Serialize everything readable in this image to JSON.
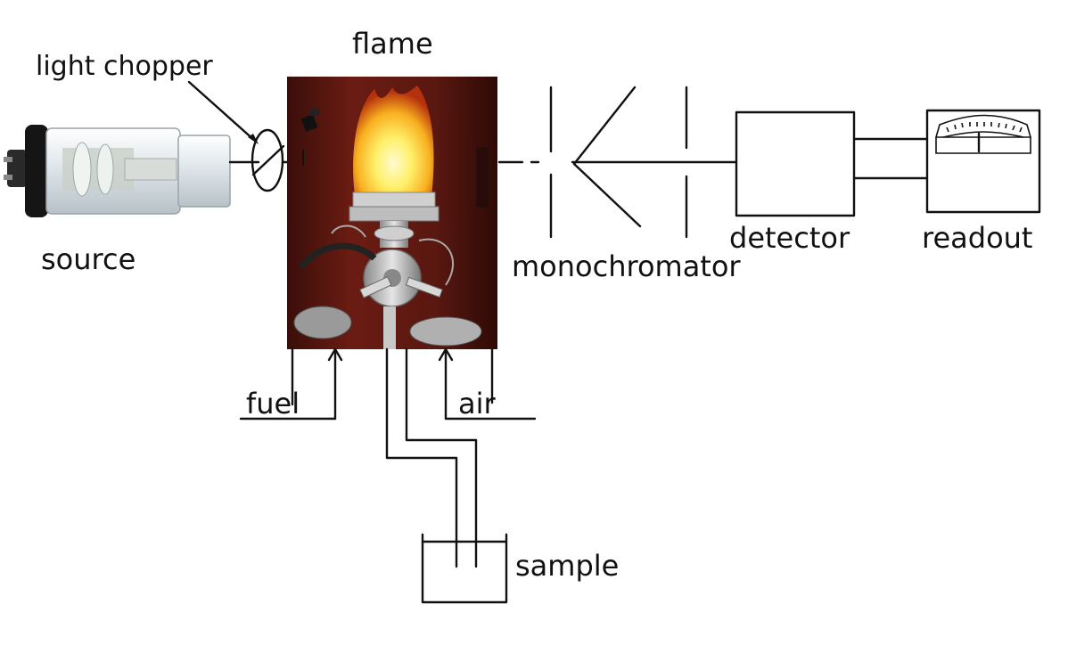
{
  "labels": {
    "light_chopper": "light chopper",
    "flame": "flame",
    "source": "source",
    "monochromator": "monochromator",
    "detector": "detector",
    "readout": "readout",
    "fuel": "fuel",
    "air": "air",
    "sample": "sample"
  },
  "colors": {
    "line": "#111111",
    "burner_housing": "#5e1a12",
    "flame_core": "#fff6a0",
    "flame_outer": "#f08a12",
    "lamp_glass": "#e6ecef",
    "lamp_cap": "#1a1a1a"
  },
  "icons": {
    "source": "hollow-cathode-lamp-icon",
    "chopper": "light-chopper-icon",
    "burner": "flame-burner-icon",
    "meter": "analog-meter-icon"
  }
}
